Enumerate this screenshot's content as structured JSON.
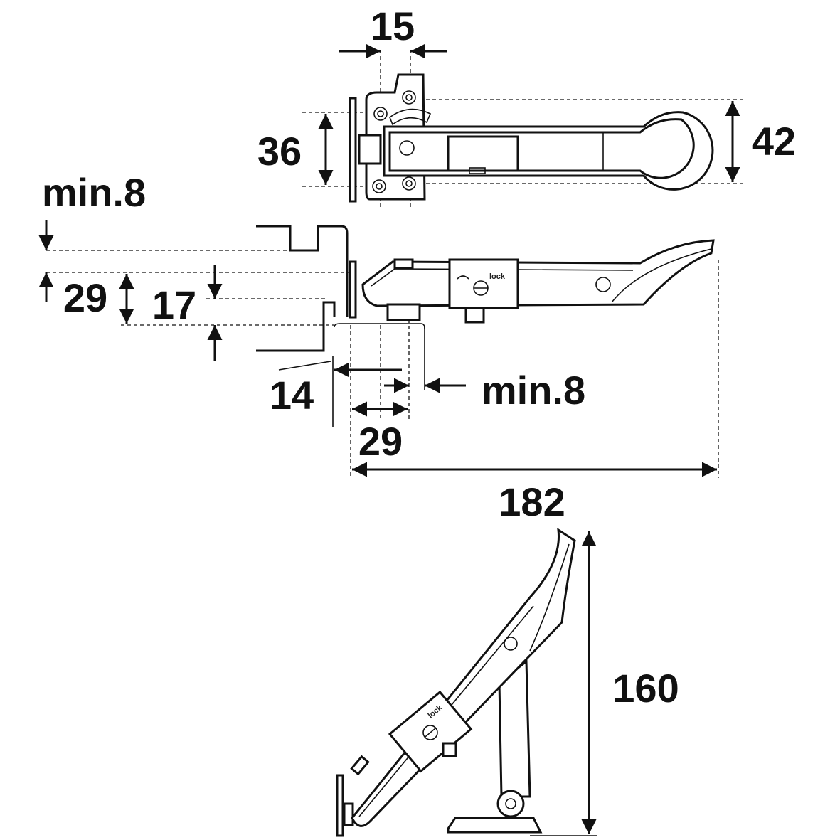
{
  "dimensions": {
    "top_width": "15",
    "top_plate_height": "36",
    "top_arm_height": "42",
    "side_min_gap": "min.8",
    "side_left_29": "29",
    "side_17": "17",
    "side_14": "14",
    "side_min_8_right": "min.8",
    "side_bottom_29": "29",
    "overall_length": "182",
    "open_height": "160"
  },
  "device": {
    "lock_label": "lock",
    "lock_label_open": "lock"
  },
  "colors": {
    "line": "#111111",
    "background": "#ffffff"
  }
}
